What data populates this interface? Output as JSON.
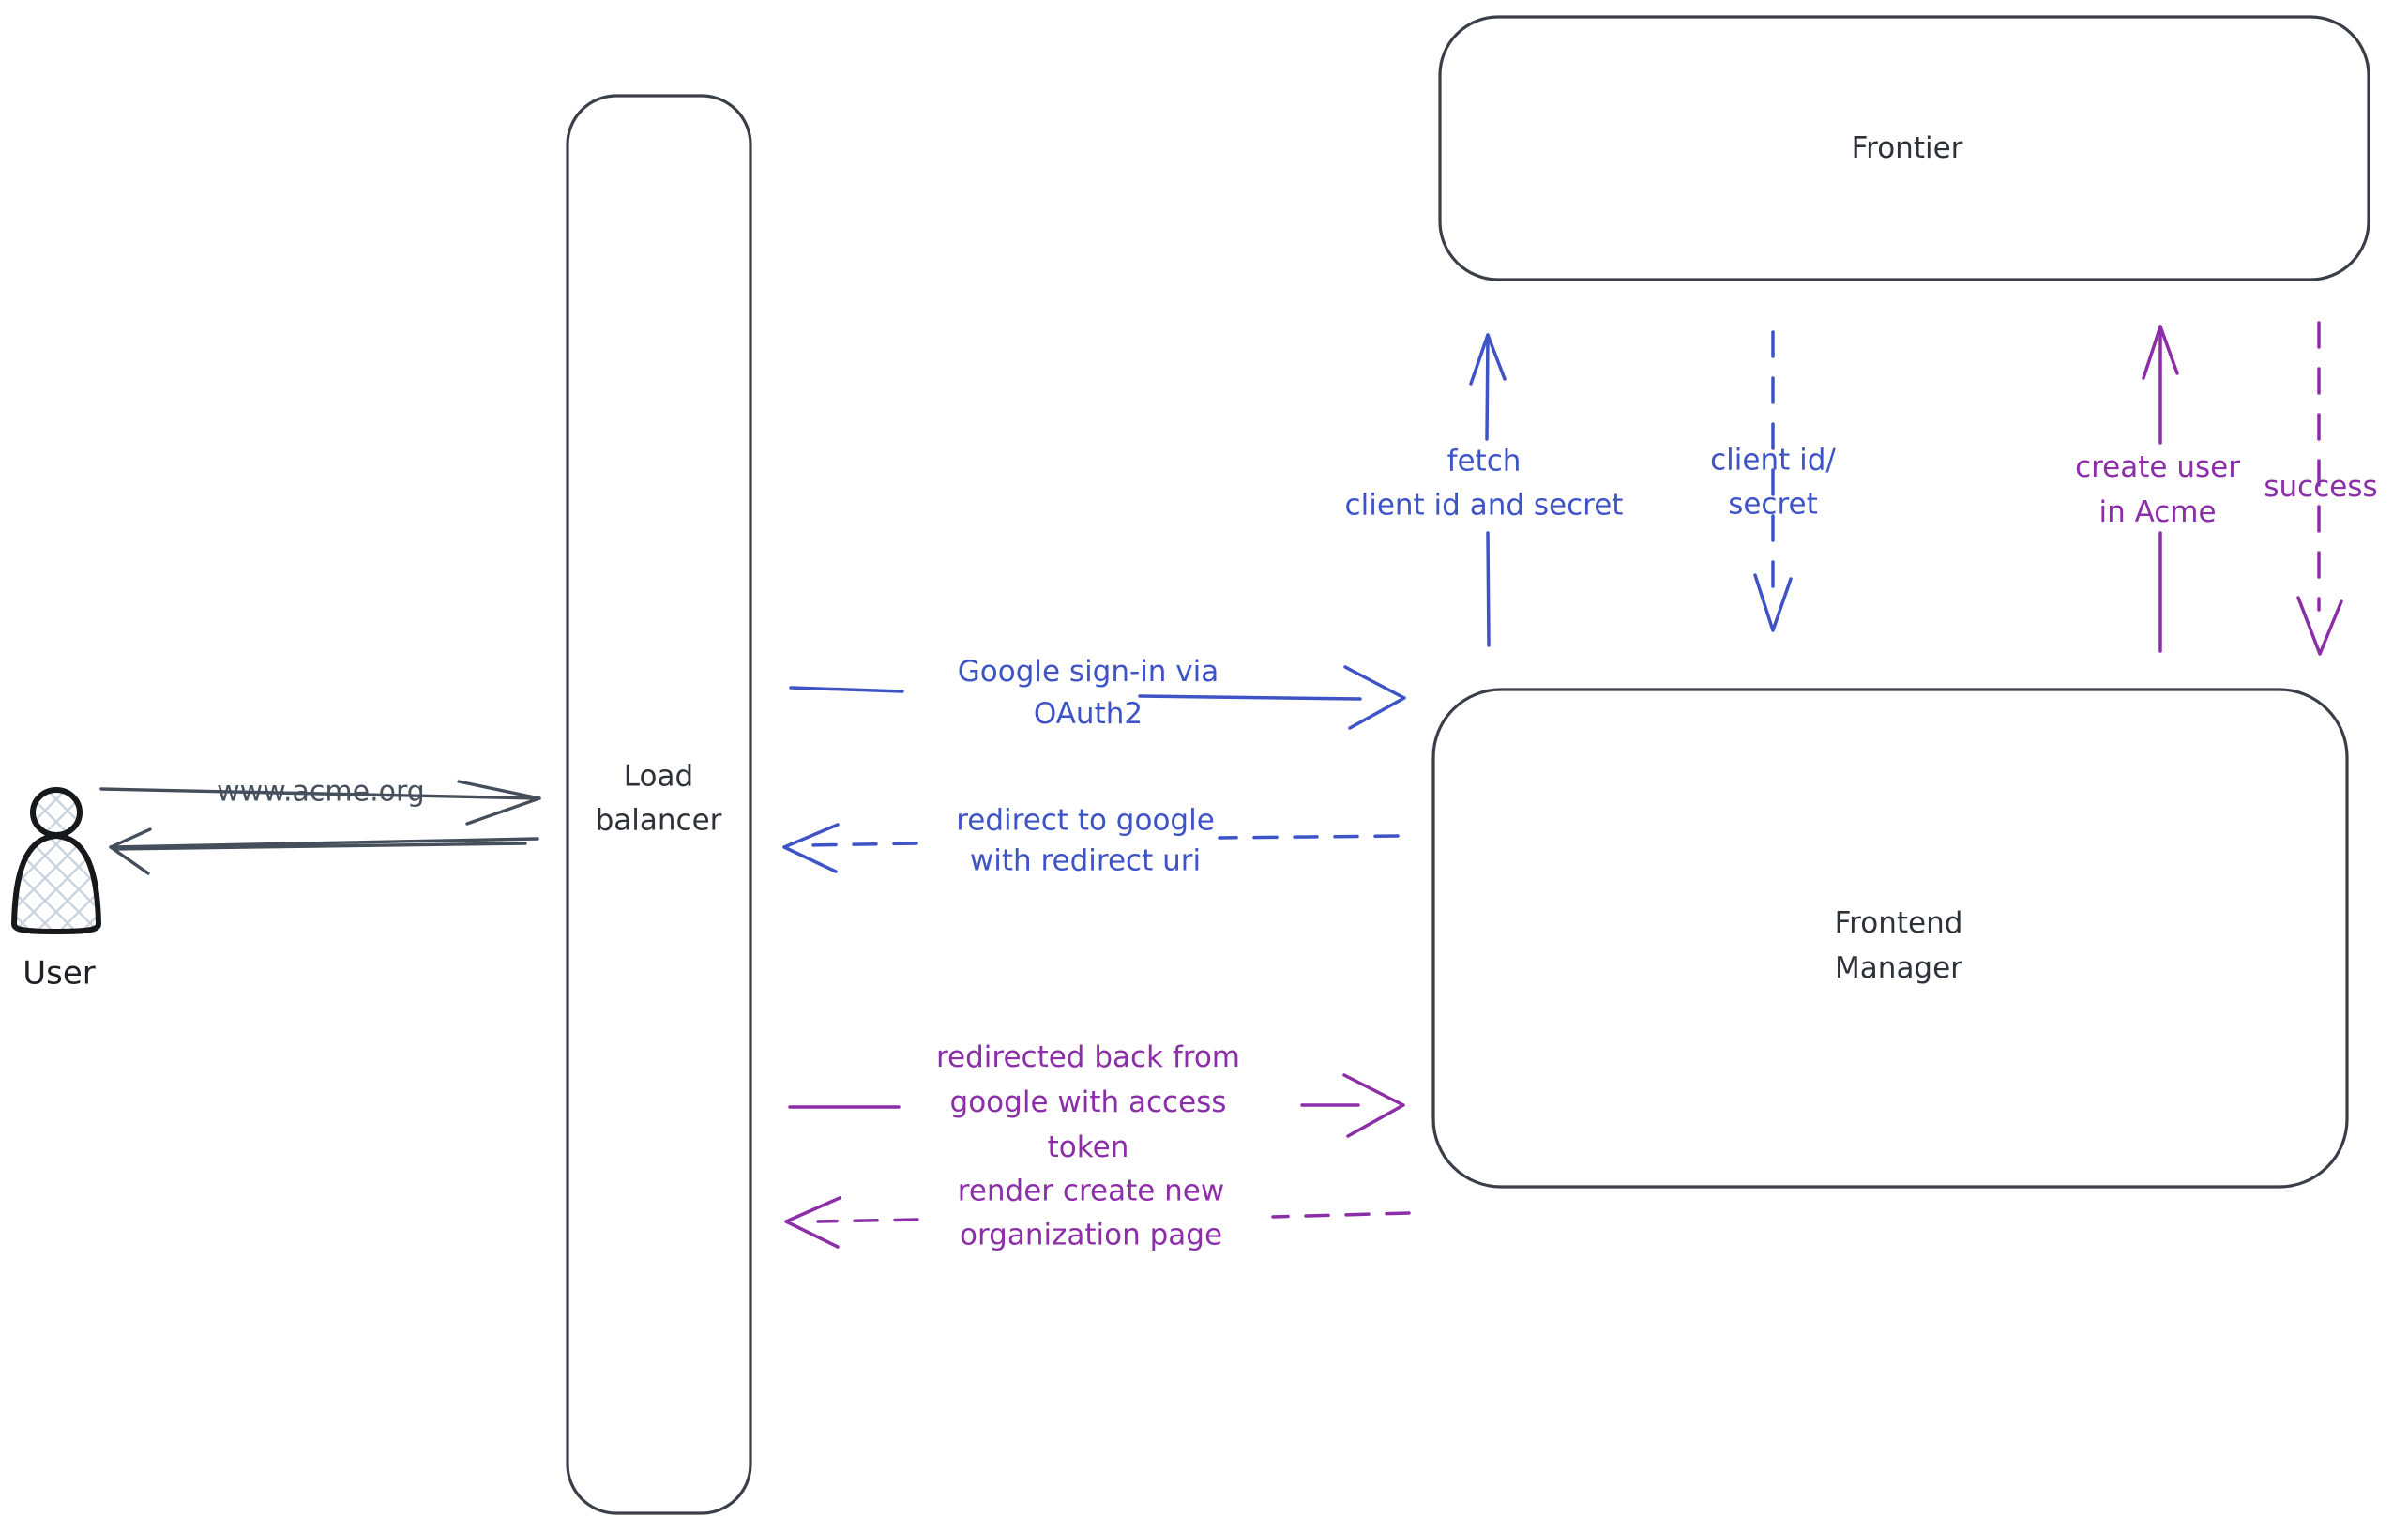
{
  "canvas": {
    "background": "#ffffff"
  },
  "colors": {
    "box_stroke": "#3a3f47",
    "node_label": "#2d3138",
    "user_figure_stroke": "#16181c",
    "user_figure_hatch": "#ccd5de",
    "user_arrow": "#454f5b",
    "blue": "#3e53c6",
    "purple": "#8b2ea8"
  },
  "nodes": {
    "user": {
      "label": "User",
      "shape": "person-icon"
    },
    "load_balancer": {
      "label": "Load\nbalancer",
      "shape": "rounded-rect"
    },
    "frontier": {
      "label": "Frontier",
      "shape": "rounded-rect"
    },
    "frontend_manager": {
      "label": "Frontend\nManager",
      "shape": "rounded-rect"
    }
  },
  "edges": {
    "www_acme": {
      "label": "www.acme.org",
      "from": "user",
      "to": "load_balancer",
      "style": "solid",
      "color": "dark"
    },
    "return_to_user": {
      "label": "",
      "from": "load_balancer",
      "to": "user",
      "style": "solid",
      "color": "dark"
    },
    "google_signin": {
      "label": "Google sign-in via\nOAuth2",
      "from": "load_balancer",
      "to": "frontend_manager",
      "style": "solid",
      "color": "blue"
    },
    "redirect_google": {
      "label": "redirect to google\nwith redirect uri",
      "from": "frontend_manager",
      "to": "load_balancer",
      "style": "dashed",
      "color": "blue"
    },
    "redirected_back": {
      "label": "redirected back from\ngoogle with access\ntoken",
      "from": "load_balancer",
      "to": "frontend_manager",
      "style": "solid",
      "color": "purple"
    },
    "render_org_page": {
      "label": "render create new\norganization page",
      "from": "frontend_manager",
      "to": "load_balancer",
      "style": "dashed",
      "color": "purple"
    },
    "fetch_client": {
      "label": "fetch\nclient id and secret",
      "from": "frontend_manager",
      "to": "frontier",
      "style": "solid",
      "color": "blue"
    },
    "client_id_secret": {
      "label": "client id/\nsecret",
      "from": "frontier",
      "to": "frontend_manager",
      "style": "dashed",
      "color": "blue"
    },
    "create_user": {
      "label": "create user\nin Acme",
      "from": "frontend_manager",
      "to": "frontier",
      "style": "solid",
      "color": "purple"
    },
    "success": {
      "label": "success",
      "from": "frontier",
      "to": "frontend_manager",
      "style": "dashed",
      "color": "purple"
    }
  }
}
